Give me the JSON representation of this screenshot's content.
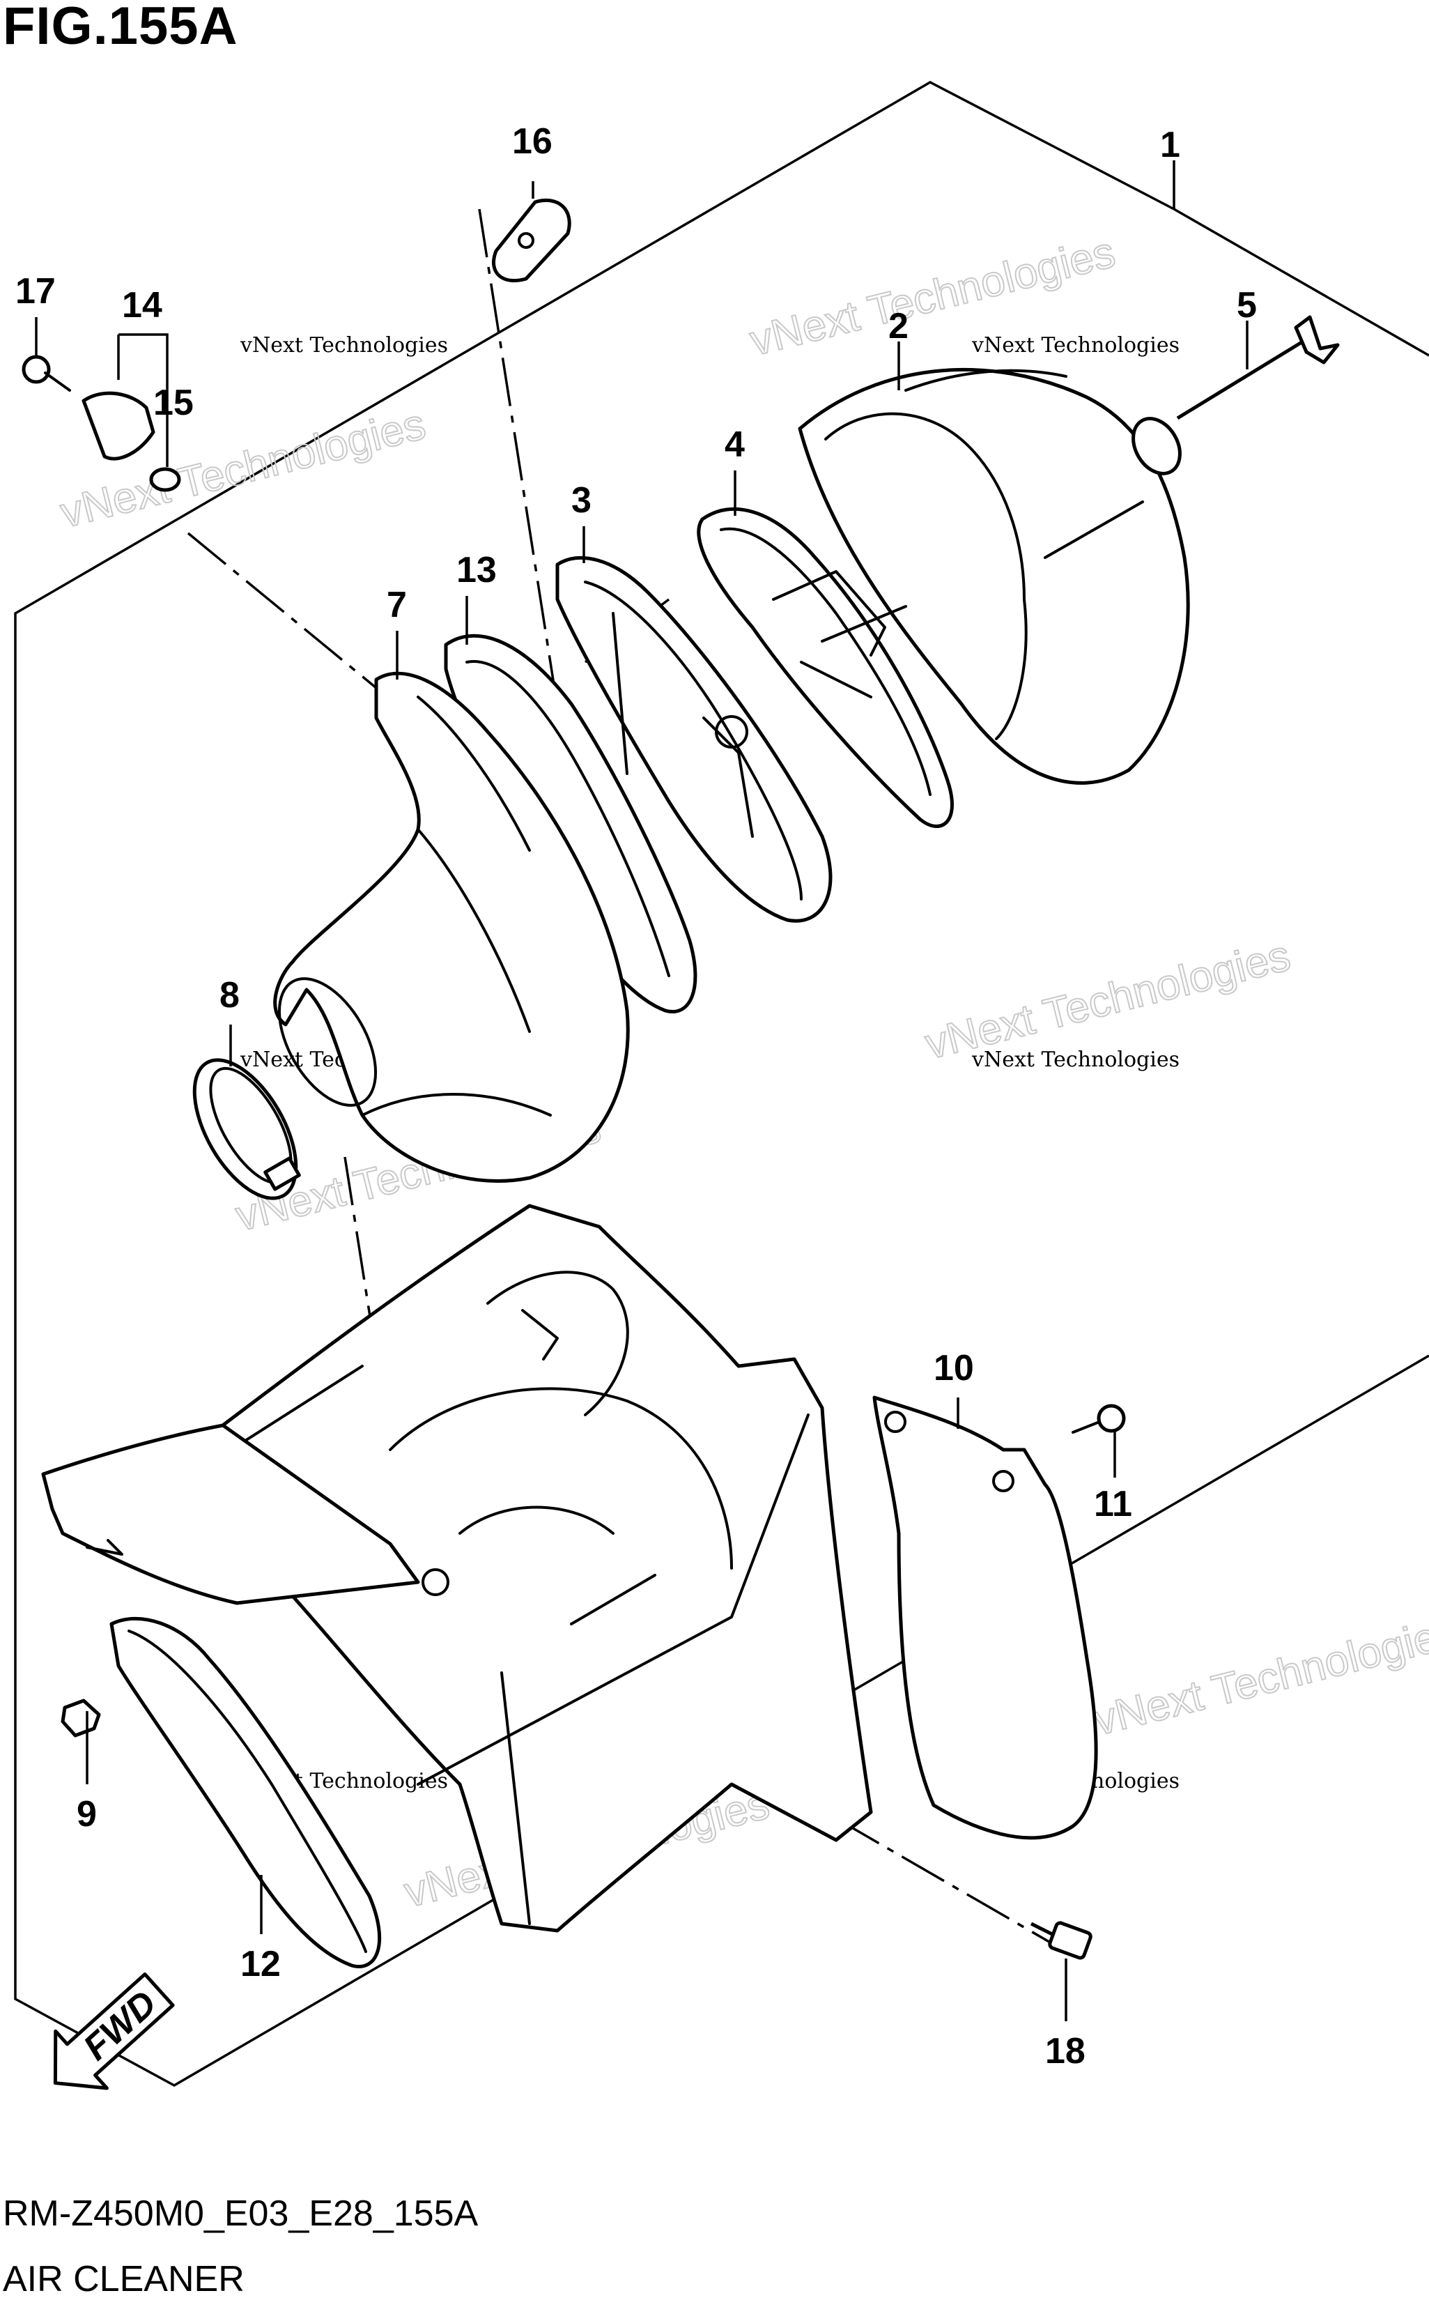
{
  "figure": {
    "title": "FIG.155A",
    "code": "RM-Z450M0_E03_E28_155A",
    "name": "AIR CLEANER"
  },
  "watermark": {
    "line1": "vNext Technologies",
    "line2": "vNext Technologies"
  },
  "direction": {
    "label": "FWD",
    "icon": "fwd-arrow-icon"
  },
  "callouts": [
    "1",
    "2",
    "3",
    "4",
    "5",
    "7",
    "8",
    "9",
    "10",
    "11",
    "12",
    "13",
    "14",
    "15",
    "16",
    "17",
    "18"
  ]
}
